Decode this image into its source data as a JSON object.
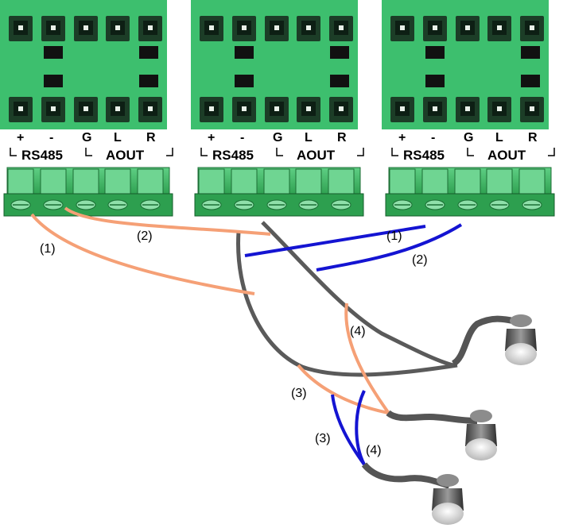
{
  "pin_labels": [
    "+",
    "-",
    "G",
    "L",
    "R"
  ],
  "group_labels": {
    "rs485": "RS485",
    "aout": "AOUT"
  },
  "wire_labels": {
    "orange_1": "(1)",
    "orange_2": "(2)",
    "orange_3": "(3)",
    "orange_4": "(4)",
    "blue_1": "(1)",
    "blue_2": "(2)",
    "blue_3": "(3)",
    "blue_4": "(4)"
  },
  "colors": {
    "connector": "#3dbf6e",
    "terminal_block": "#2d9f4f",
    "orange_wire": "#f5a076",
    "blue_wire": "#1414d2",
    "gray_cable": "#5a5a5a"
  },
  "devices": [
    {
      "name": "device-1"
    },
    {
      "name": "device-2"
    },
    {
      "name": "device-3"
    }
  ]
}
